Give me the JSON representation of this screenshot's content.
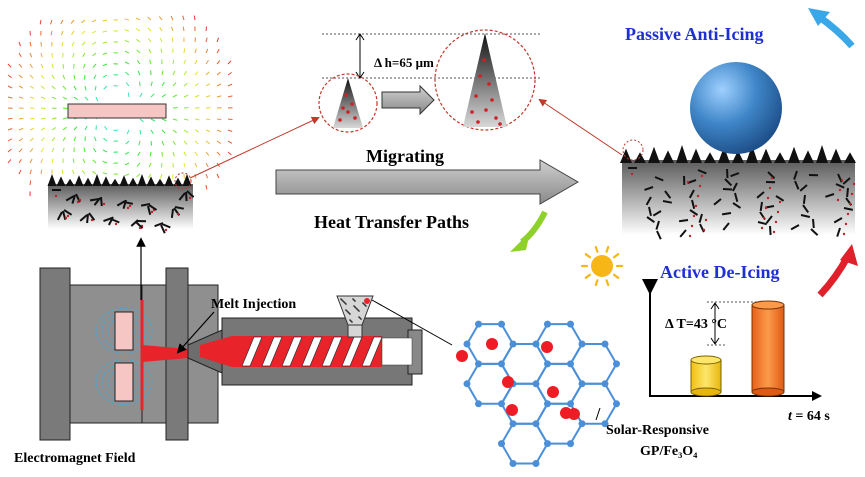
{
  "labels": {
    "delta_h": "Δ h=65 μm",
    "migrating": "Migrating",
    "heat_paths": "Heat Transfer Paths",
    "passive": "Passive Anti-Icing",
    "active": "Active De-Icing",
    "melt_injection": "Melt Injection",
    "electromagnet": "Electromagnet Field",
    "solar_line1": "Solar-Responsive",
    "solar_line2": "GP/Fe₃O₄",
    "delta_t": "Δ T=43 °C",
    "time_prefix": "t",
    "time_suffix": " = 64 s"
  },
  "colors": {
    "passive_text": "#1f2fd6",
    "active_text": "#1f2fd6",
    "melt_red": "#e8232a",
    "lattice_blue": "#4a8fd8",
    "droplet": "#3f86c8",
    "sun": "#f6b716",
    "yellow_cyl": "#f5d21d",
    "orange_cyl": "#f47a22",
    "green_arrow": "#8ed12b",
    "blue_arrow": "#3aa8e8",
    "red_arrow": "#e0202a"
  }
}
